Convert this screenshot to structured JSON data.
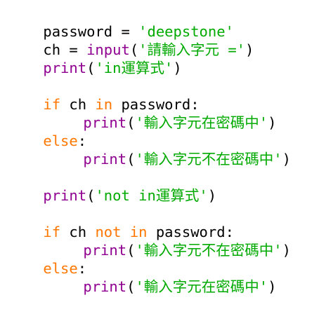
{
  "editor": {
    "lines": [
      {
        "id": "line1",
        "parts": [
          "password = ",
          "'deepstone'"
        ]
      },
      {
        "id": "line2",
        "parts": [
          "ch = ",
          "input",
          "(",
          "'請輸入字元 ='",
          ")"
        ]
      },
      {
        "id": "line3",
        "parts": [
          "print",
          "(",
          "'in運算式'",
          ")"
        ]
      },
      {
        "id": "line4",
        "parts": []
      },
      {
        "id": "line5",
        "parts": [
          "if",
          " ch ",
          "in",
          " password:"
        ]
      },
      {
        "id": "line6",
        "parts": [
          "print",
          "(",
          "'輸入字元在密碼中'",
          ")"
        ]
      },
      {
        "id": "line7",
        "parts": [
          "else",
          ":"
        ]
      },
      {
        "id": "line8",
        "parts": [
          "print",
          "(",
          "'輸入字元不在密碼中'",
          ")"
        ]
      },
      {
        "id": "line9",
        "parts": []
      },
      {
        "id": "line10",
        "parts": [
          "print",
          "(",
          "'not in運算式'",
          ")"
        ]
      },
      {
        "id": "line11",
        "parts": []
      },
      {
        "id": "line12",
        "parts": [
          "if",
          " ch ",
          "not",
          " ",
          "in",
          " password:"
        ]
      },
      {
        "id": "line13",
        "parts": [
          "print",
          "(",
          "'輸入字元不在密碼中'",
          ")"
        ]
      },
      {
        "id": "line14",
        "parts": [
          "else",
          ":"
        ]
      },
      {
        "id": "line15",
        "parts": [
          "print",
          "(",
          "'輸入字元在密碼中'",
          ")"
        ]
      }
    ]
  },
  "colors": {
    "background": "#ffffff",
    "plain": "#000000",
    "builtin": "#900090",
    "keyword": "#ff7700",
    "string": "#00aa00"
  }
}
